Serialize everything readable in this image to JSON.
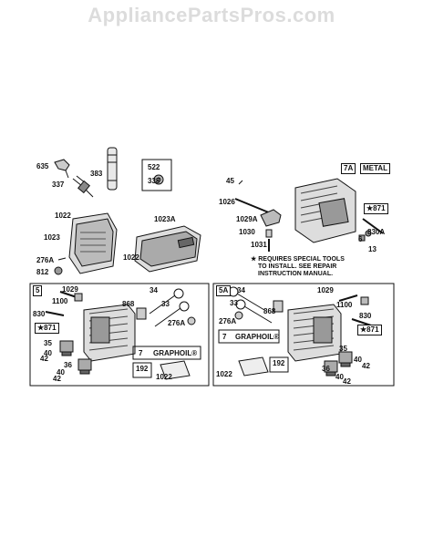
{
  "watermark": "AppliancePartsPros.com",
  "top_left_labels": {
    "l635": "635",
    "l383": "383",
    "l337": "337",
    "l522": "522",
    "l338": "338",
    "l1022a": "1022",
    "l1023": "1023",
    "l1023a": "1023A",
    "l1022b": "1022",
    "l276a": "276A",
    "l812": "812"
  },
  "top_right_labels": {
    "l45": "45",
    "l1026": "1026",
    "l1029a": "1029A",
    "l1030": "1030",
    "l1031": "1031",
    "l7a": "7A",
    "metal": "METAL",
    "l871": "871",
    "l830a": "830A",
    "l6": "6",
    "l13": "13"
  },
  "note": {
    "line1": "REQUIRES SPECIAL TOOLS",
    "line2": "TO INSTALL. SEE REPAIR",
    "line3": "INSTRUCTION MANUAL."
  },
  "box5": {
    "tag": "5",
    "l1029": "1029",
    "l1100": "1100",
    "l830": "830",
    "l871": "871",
    "l35": "35",
    "l40a": "40",
    "l42a": "42",
    "l36": "36",
    "l40b": "40",
    "l42b": "42",
    "l868": "868",
    "l34": "34",
    "l33": "33",
    "l276a": "276A",
    "l7": "7",
    "graphoil": "GRAPHOIL®",
    "l192": "192",
    "l1022": "1022"
  },
  "box5a": {
    "tag": "5A",
    "l34": "34",
    "l33": "33",
    "l276a": "276A",
    "l868": "868",
    "l1029": "1029",
    "l1100": "1100",
    "l830": "830",
    "l871": "871",
    "l7": "7",
    "graphoil": "GRAPHOIL®",
    "l35": "35",
    "l40a": "40",
    "l36": "36",
    "l42a": "42",
    "l40b": "40",
    "l42b": "42",
    "l192": "192",
    "l1022": "1022"
  }
}
